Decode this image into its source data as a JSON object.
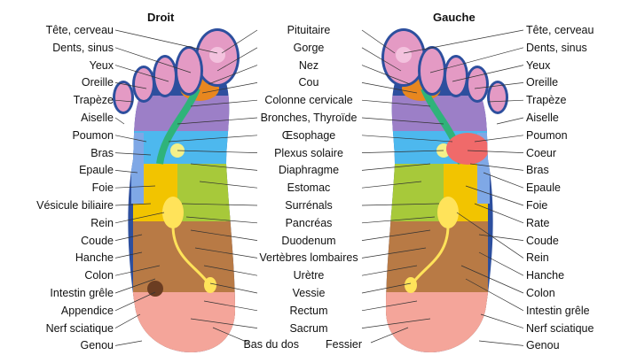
{
  "headers": {
    "right_foot": "Droit",
    "left_foot": "Gauche"
  },
  "labels_col1": [
    "Tête, cerveau",
    "Dents, sinus",
    "Yeux",
    "Oreille",
    "Trapèze",
    "Aiselle",
    "Poumon",
    "Bras",
    "Epaule",
    "Foie",
    "Vésicule biliaire",
    "Rein",
    "Coude",
    "Hanche",
    "Colon",
    "Intestin grêle",
    "Appendice",
    "Nerf sciatique",
    "Genou"
  ],
  "labels_center": [
    "Pituitaire",
    "Gorge",
    "Nez",
    "Cou",
    "Colonne cervicale",
    "Bronches, Thyroïde",
    "Œsophage",
    "Plexus solaire",
    "Diaphragme",
    "Estomac",
    "Surrénals",
    "Pancréas",
    "Duodenum",
    "Vertèbres lombaires",
    "Urètre",
    "Vessie",
    "Rectum",
    "Sacrum"
  ],
  "labels_col4": [
    "Tête, cerveau",
    "Dents, sinus",
    "Yeux",
    "Oreille",
    "Trapèze",
    "Aiselle",
    "Poumon",
    "Coeur",
    "Bras",
    "Epaule",
    "Foie",
    "Rate",
    "Coude",
    "Rein",
    "Hanche",
    "Colon",
    "Intestin grêle",
    "Nerf sciatique",
    "Genou"
  ],
  "labels_bottom": {
    "bas_du_dos": "Bas du dos",
    "fessier": "Fessier"
  },
  "colors": {
    "outline": "#2d4f9e",
    "toe": "#e49ac4",
    "head": "#f3c2de",
    "sinus": "#9c7fc7",
    "neck": "#e8871f",
    "lung": "#4db8ee",
    "shoulder": "#7fa8e6",
    "solar": "#f4f08a",
    "liver": "#f2c400",
    "stomach": "#a7c93a",
    "kidney": "#ffe35a",
    "intestine": "#b87a45",
    "heel": "#f4a59a",
    "heart": "#f06a6a",
    "esophagus": "#2fb37a"
  }
}
